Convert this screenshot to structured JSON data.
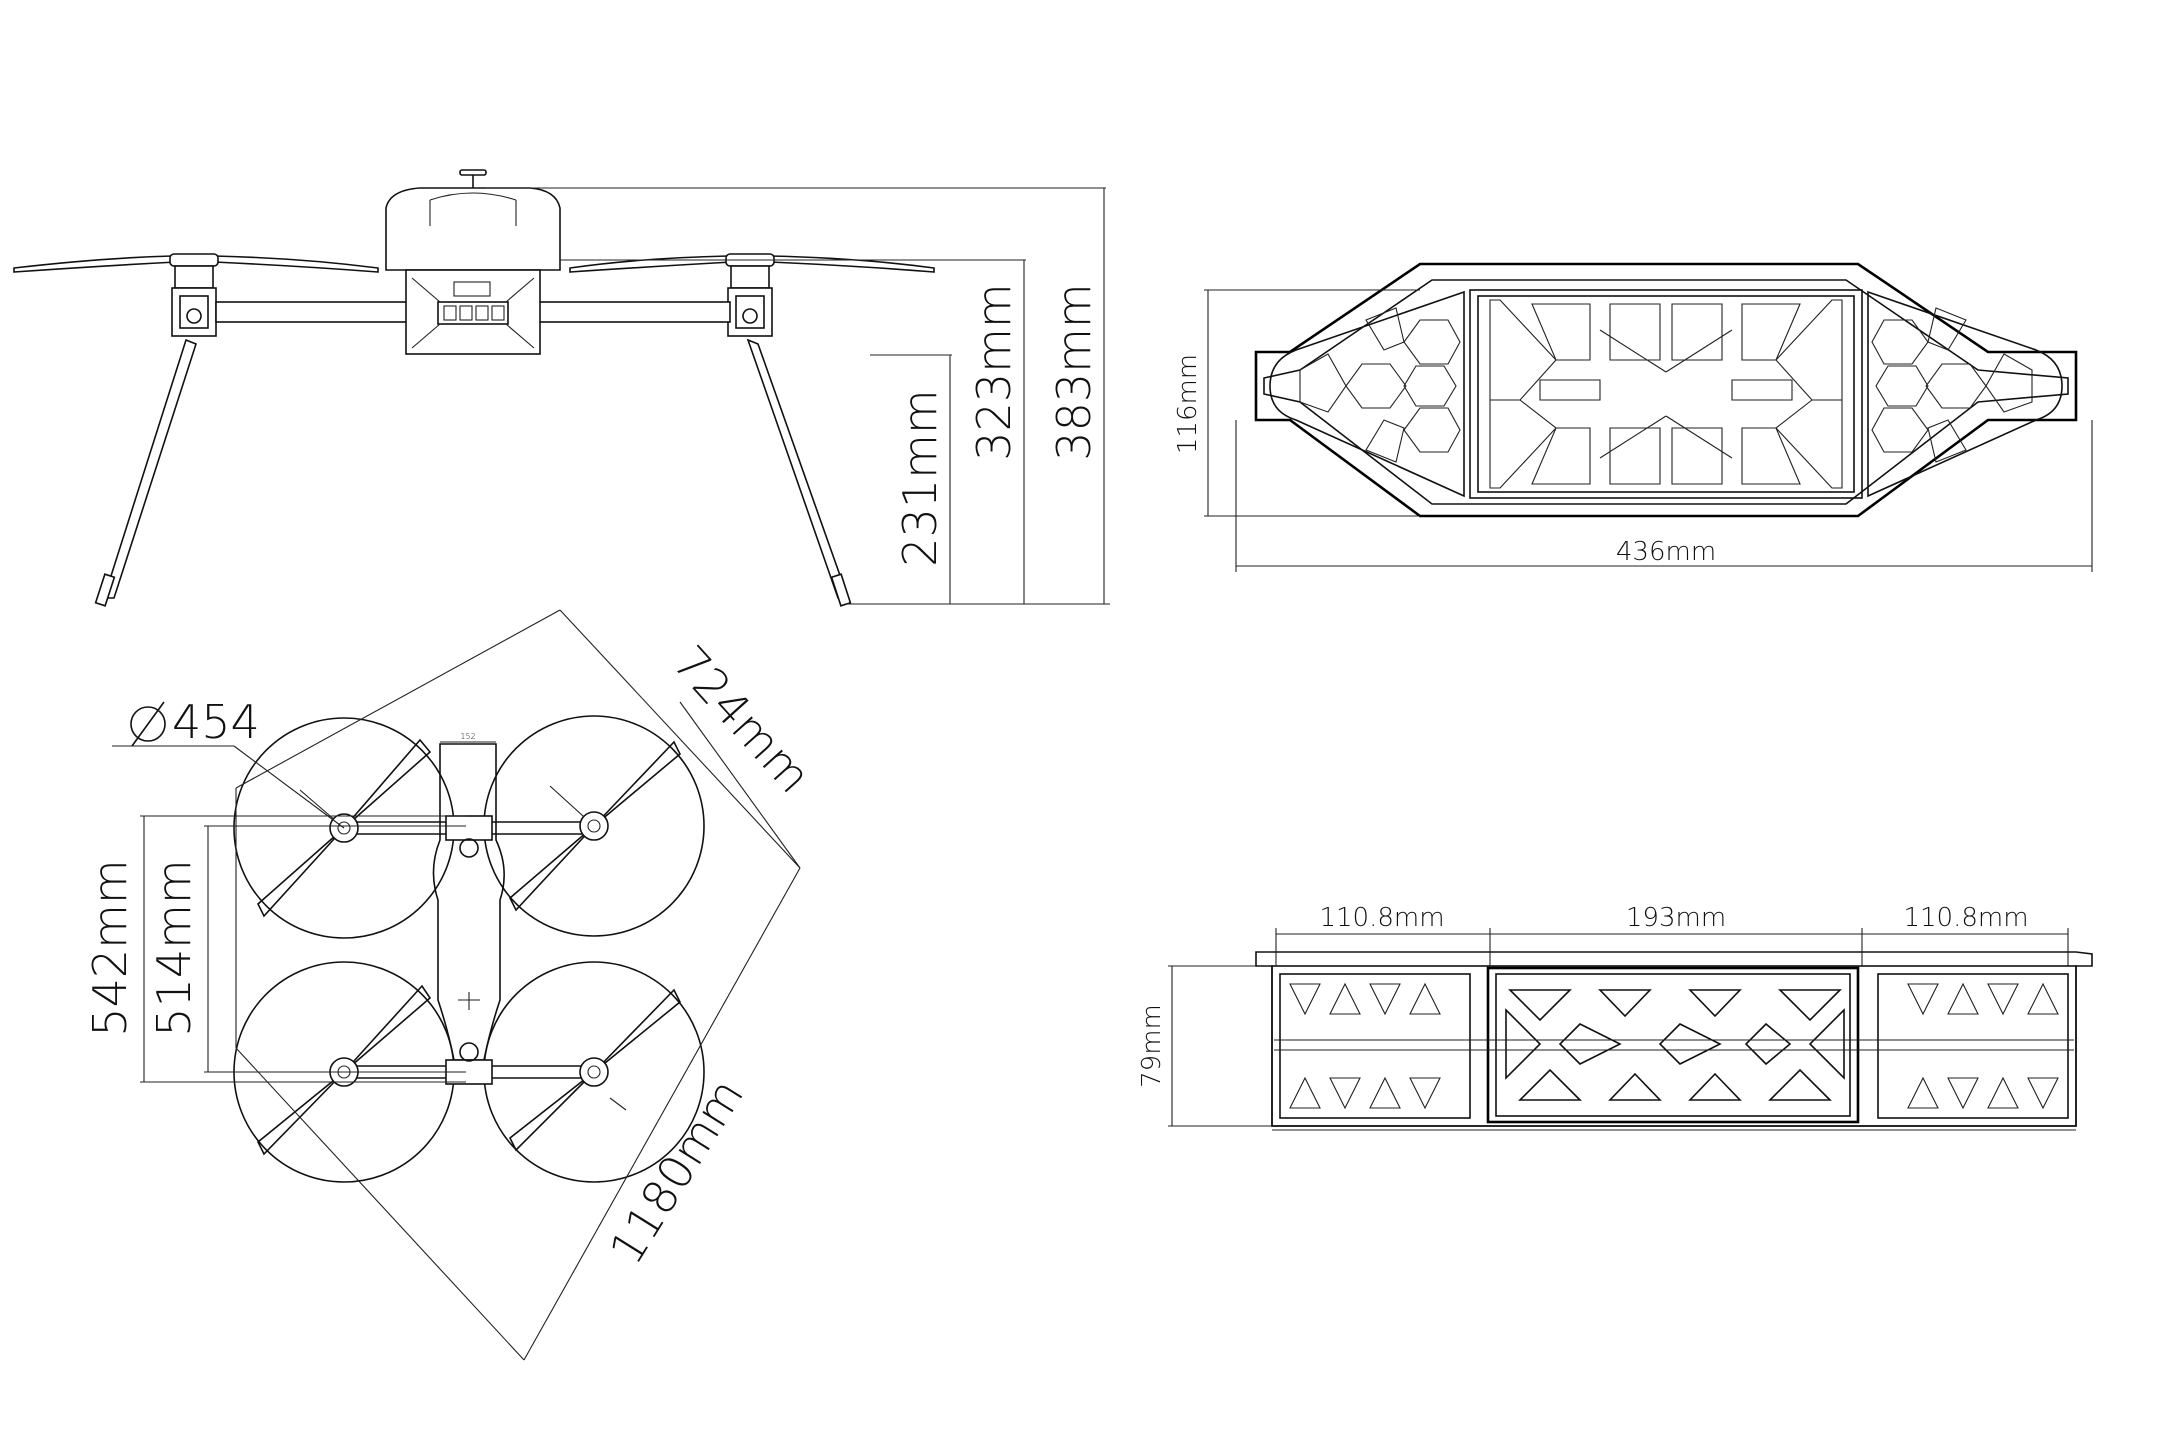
{
  "side_view": {
    "height_leg": "231mm",
    "height_arm": "323mm",
    "height_total": "383mm"
  },
  "top_view": {
    "prop_diameter": "454",
    "diagonal_short": "724mm",
    "diagonal_long": "1180mm",
    "span_outer": "542mm",
    "span_inner": "514mm",
    "center_width": "152"
  },
  "frame_top": {
    "height": "116mm",
    "length": "436mm"
  },
  "frame_side": {
    "left": "110.8mm",
    "middle": "193mm",
    "right": "110.8mm",
    "height": "79mm"
  }
}
